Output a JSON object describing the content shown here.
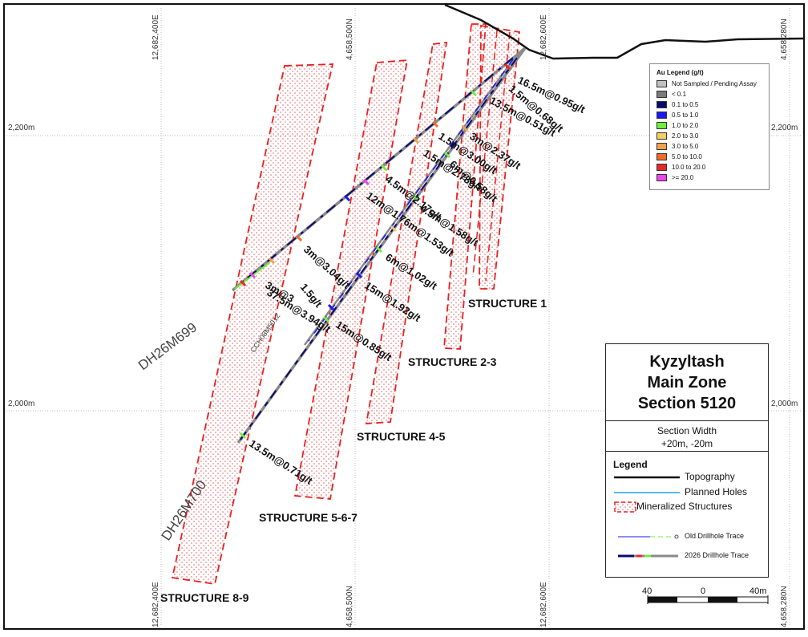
{
  "grid": {
    "top_easting": [
      "12,682,400E",
      "4,658,500N",
      "12,682,600E",
      "4,658,280N"
    ],
    "bottom_easting": [
      "12,682,400E",
      "4,658,500N",
      "12,682,600E",
      "4,658,280N"
    ],
    "elev_left": [
      "2,200m",
      "2,000m"
    ],
    "elev_right": [
      "2,200m",
      "2,000m"
    ]
  },
  "structures": [
    "STRUCTURE 1",
    "STRUCTURE 2-3",
    "STRUCTURE 4-5",
    "STRUCTURE 5-6-7",
    "STRUCTURE 8-9"
  ],
  "holes": [
    "DH26M699",
    "DH26M700",
    "CCH08M5012"
  ],
  "intercepts": [
    "16.5m@0.95g/t",
    "1.5m@0.68g/t",
    "13.5m@0.51g/t",
    "3m@2.37g/t",
    "1.5m@3.00g/t",
    "1.5m@2.78g/t",
    "6m@0.58g/t",
    "4.5m@2.17g/t",
    "12m@1.76m@1.53g/t",
    "4.5m@1.58g/t",
    "6m@1.02g/t",
    "3m@3.04g/t",
    "1.5g/t",
    "3m@3",
    "37.5m@3.94g/t",
    "15m@1.92g/t",
    "15m@0.85g/t",
    "13.5m@0.71g/t"
  ],
  "title": {
    "line1": "Kyzyltash",
    "line2": "Main Zone",
    "line3": "Section 5120"
  },
  "section_width": {
    "label": "Section Width",
    "value": "+20m, -20m"
  },
  "legend": {
    "title": "Legend",
    "topography": "Topography",
    "planned": "Planned Holes",
    "mineralized": "Mineralized Structures",
    "old_trace": "Old Drillhole Trace",
    "new_trace": "2026 Drillhole Trace"
  },
  "au_legend": {
    "title": "Au Legend (g/t)",
    "items": [
      {
        "label": "Not Sampled / Pending Assay",
        "color": "#c0c0c0"
      },
      {
        "label": "< 0.1",
        "color": "#7a7a7a"
      },
      {
        "label": "0.1 to 0.5",
        "color": "#0a0a6e"
      },
      {
        "label": "0.5 to 1.0",
        "color": "#1a1aee"
      },
      {
        "label": "1.0 to 2.0",
        "color": "#6ef03c"
      },
      {
        "label": "2.0 to 3.0",
        "color": "#f5d060"
      },
      {
        "label": "3.0 to 5.0",
        "color": "#f0a050"
      },
      {
        "label": "5.0 to 10.0",
        "color": "#f06a28"
      },
      {
        "label": "10.0 to 20.0",
        "color": "#e82828"
      },
      {
        "label": ">= 20.0",
        "color": "#ee44ee"
      }
    ]
  },
  "scale": {
    "left": "40",
    "mid": "0",
    "right": "40m"
  },
  "colors": {
    "structure": "#e82020",
    "grid": "#bbbbbb",
    "topo": "#111111",
    "planned": "#5bb7e8",
    "hole": "#8a8a8a"
  }
}
